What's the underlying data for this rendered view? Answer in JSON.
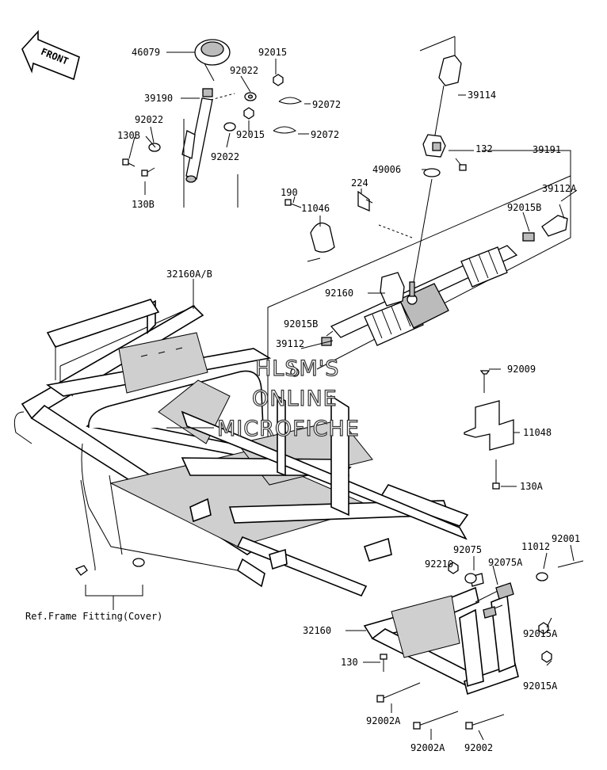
{
  "diagram": {
    "front_label": "FRONT",
    "watermark": [
      "HLSM'S",
      "ONLINE",
      "MICROFICHE"
    ],
    "reference_note": "Ref.Frame Fitting(Cover)",
    "callouts": {
      "p46079": "46079",
      "p92015_top": "92015",
      "p92022_a": "92022",
      "p39190": "39190",
      "p92072_a": "92072",
      "p92022_b": "92022",
      "p130B_a": "130B",
      "p92015_mid": "92015",
      "p92072_b": "92072",
      "p92022_c": "92022",
      "p130B_b": "130B",
      "p39114": "39114",
      "p132": "132",
      "p39191": "39191",
      "p49006": "49006",
      "p224": "224",
      "p39112A": "39112A",
      "p190": "190",
      "p11046": "11046",
      "p92015B_a": "92015B",
      "p32160AB": "32160A/B",
      "p92160": "92160",
      "p92015B_b": "92015B",
      "p39112": "39112",
      "p92009": "92009",
      "p11048": "11048",
      "p130A": "130A",
      "p92001": "92001",
      "p92075": "92075",
      "p11012": "11012",
      "p92210": "92210",
      "p92075A": "92075A",
      "p32160": "32160",
      "p92015A_a": "92015A",
      "p130": "130",
      "p92015A_b": "92015A",
      "p92002A_a": "92002A",
      "p92002A_b": "92002A",
      "p92002": "92002"
    }
  }
}
